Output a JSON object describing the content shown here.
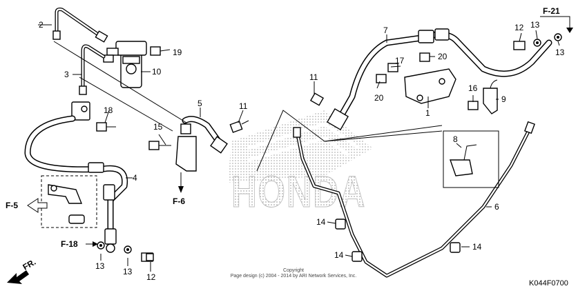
{
  "labels": {
    "l1": "1",
    "l2": "2",
    "l3": "3",
    "l4": "4",
    "l5": "5",
    "l6": "6",
    "l7": "7",
    "l8": "8",
    "l9": "9",
    "l10": "10",
    "l11a": "11",
    "l11b": "11",
    "l12a": "12",
    "l12b": "12",
    "l13a": "13",
    "l13b": "13",
    "l13c": "13",
    "l13d": "13",
    "l14a": "14",
    "l14b": "14",
    "l14c": "14",
    "l15": "15",
    "l16": "16",
    "l17": "17",
    "l18": "18",
    "l19": "19",
    "l20a": "20",
    "l20b": "20"
  },
  "refs": {
    "f21": "F-21",
    "f5": "F-5",
    "f6": "F-6",
    "f18": "F-18",
    "fr": "FR."
  },
  "watermark": "HONDA",
  "copyright": {
    "line1": "Copyright",
    "line2": "Page design (c) 2004 - 2014 by ARI Network Services, Inc."
  },
  "diagram_code": "K044F0700"
}
